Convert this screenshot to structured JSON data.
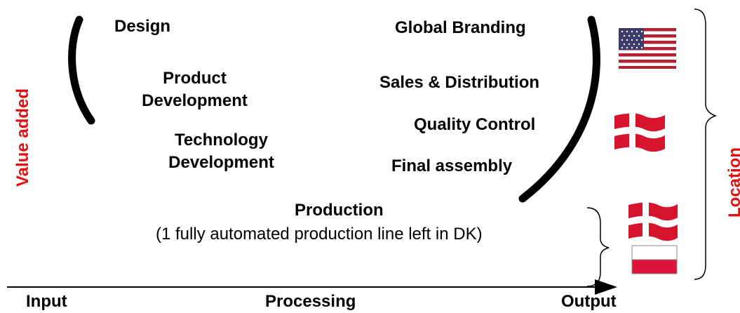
{
  "y_axis_label": "Value added",
  "right_label": "Location",
  "x_axis": {
    "input": "Input",
    "processing": "Processing",
    "output": "Output"
  },
  "activities": {
    "design": "Design",
    "product_development_1": "Product",
    "product_development_2": "Development",
    "technology_development_1": "Technology",
    "technology_development_2": "Development",
    "global_branding": "Global Branding",
    "sales_distribution": "Sales & Distribution",
    "quality_control": "Quality Control",
    "final_assembly": "Final assembly"
  },
  "production": {
    "title": "Production",
    "note": "(1 fully automated production line left in DK)"
  },
  "flags": [
    "usa-flag",
    "denmark-flag",
    "denmark-flag",
    "poland-flag"
  ],
  "colors": {
    "label_red": "#e01010",
    "dk_red": "#d4152b",
    "us_blue": "#3c3b6e",
    "us_red": "#b22234"
  }
}
